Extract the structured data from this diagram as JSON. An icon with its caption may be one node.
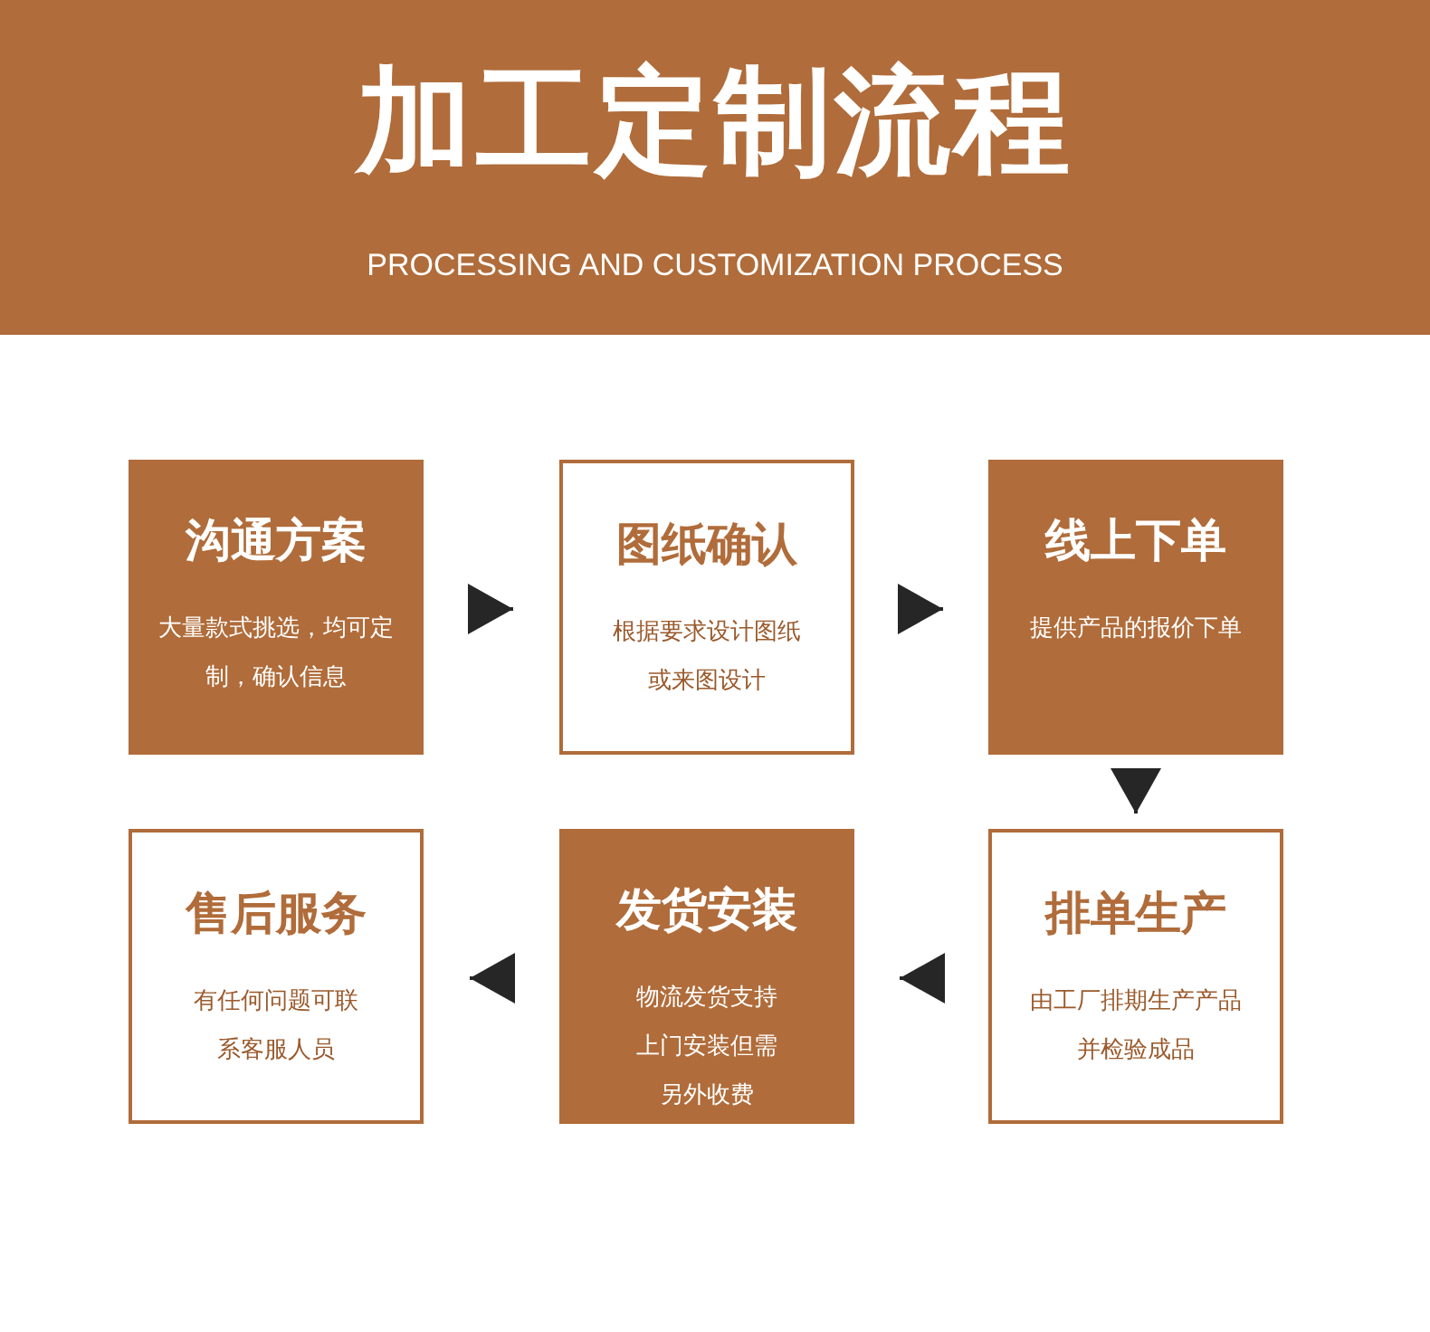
{
  "diagram": {
    "title": "加工定制流程",
    "caption": "PROCESSING AND CUSTOMIZATION PROCESS",
    "nodes": [
      {
        "text": [
          "沟通方案",
          "大量款式挑选，均可定制，确认信息"
        ]
      },
      {
        "text": [
          "图纸确认",
          "根据要求设计图纸或来图设计"
        ]
      },
      {
        "text": [
          "线上下单",
          "提供产品的报价下单"
        ]
      },
      {
        "text": [
          "售后服务",
          "有任何问题可联系客服人员"
        ]
      },
      {
        "text": [
          "发货安装",
          "物流发货支持上门安装但需另外收费"
        ]
      },
      {
        "text": [
          "排单生产",
          "由工厂排期生产产品并检验成品"
        ]
      }
    ],
    "edges": [
      {
        "from": 0,
        "to": 1,
        "arrow": "to"
      },
      {
        "from": 1,
        "to": 2,
        "arrow": "to"
      },
      {
        "from": 2,
        "to": 5,
        "arrow": "to"
      },
      {
        "from": 5,
        "to": 4,
        "arrow": "to"
      },
      {
        "from": 4,
        "to": 3,
        "arrow": "to"
      }
    ]
  }
}
